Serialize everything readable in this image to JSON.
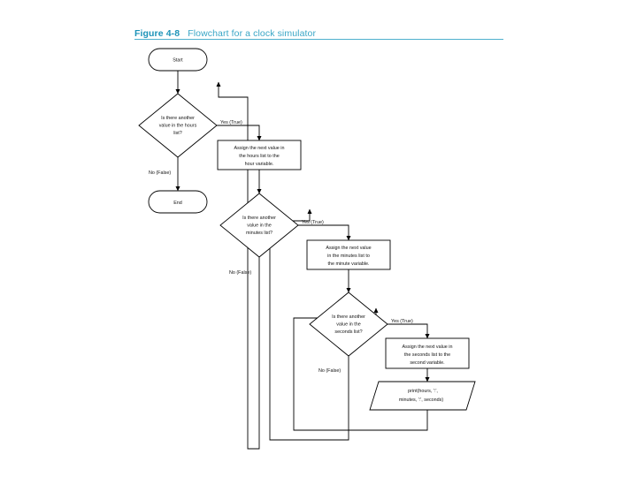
{
  "caption": {
    "figure_number": "Figure 4-8",
    "title": "Flowchart for a clock simulator",
    "rule_color": "#4fb0cd",
    "number_color": "#1d93b8",
    "title_color": "#3aa6c6"
  },
  "chart_data": {
    "type": "diagram",
    "diagram_kind": "flowchart",
    "title": "Flowchart for a clock simulator",
    "nodes": [
      {
        "id": "start",
        "kind": "terminal",
        "text": "Start"
      },
      {
        "id": "end",
        "kind": "terminal",
        "text": "End"
      },
      {
        "id": "d-hours",
        "kind": "decision",
        "line1": "Is there another",
        "line2": "value in the hours",
        "line3": "list?"
      },
      {
        "id": "p-hours",
        "kind": "process",
        "line1": "Assign the next value in",
        "line2": "the hours list to the",
        "line3": "hour variable."
      },
      {
        "id": "d-minutes",
        "kind": "decision",
        "line1": "Is there another",
        "line2": "value in the",
        "line3": "minutes list?"
      },
      {
        "id": "p-minutes",
        "kind": "process",
        "line1": "Assign the next value",
        "line2": "in the minutes list to",
        "line3": "the minute variable."
      },
      {
        "id": "d-seconds",
        "kind": "decision",
        "line1": "Is there another",
        "line2": "value in the",
        "line3": "seconds list?"
      },
      {
        "id": "p-seconds",
        "kind": "process",
        "line1": "Assign the next value in",
        "line2": "the seconds list to the",
        "line3": "second variable."
      },
      {
        "id": "io-print",
        "kind": "input-output",
        "line1": "print(hours, ':',",
        "line2": "minutes, ':', seconds)"
      }
    ],
    "edge_labels": {
      "hours_yes": "Yes (True)",
      "hours_no": "No (False)",
      "minutes_yes": "Yes (True)",
      "minutes_no": "No (False)",
      "seconds_yes": "Yes (True)",
      "seconds_no": "No (False)"
    },
    "edges": [
      {
        "from": "start",
        "to": "d-hours",
        "label": ""
      },
      {
        "from": "d-hours",
        "to": "p-hours",
        "label": "Yes (True)"
      },
      {
        "from": "d-hours",
        "to": "end",
        "label": "No (False)"
      },
      {
        "from": "p-hours",
        "to": "d-minutes",
        "label": ""
      },
      {
        "from": "d-minutes",
        "to": "p-minutes",
        "label": "Yes (True)"
      },
      {
        "from": "d-minutes",
        "to": "d-hours",
        "label": "No (False)"
      },
      {
        "from": "p-minutes",
        "to": "d-seconds",
        "label": ""
      },
      {
        "from": "d-seconds",
        "to": "p-seconds",
        "label": "Yes (True)"
      },
      {
        "from": "d-seconds",
        "to": "d-minutes",
        "label": "No (False)"
      },
      {
        "from": "p-seconds",
        "to": "io-print",
        "label": ""
      },
      {
        "from": "io-print",
        "to": "d-seconds",
        "label": ""
      }
    ],
    "stroke_color": "#000000",
    "fill_color": "#ffffff"
  }
}
